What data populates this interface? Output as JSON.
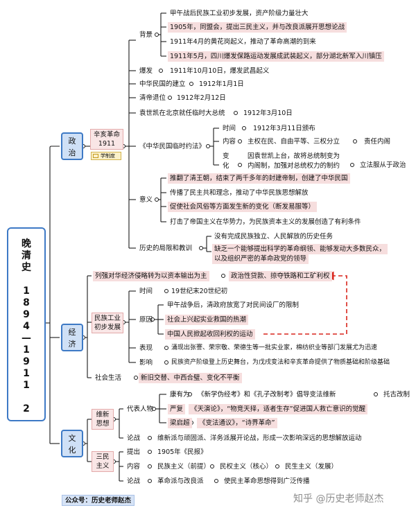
{
  "root": {
    "title_chars": [
      "晚",
      "清",
      "史",
      "",
      "1",
      "8",
      "9",
      "4",
      "—",
      "1",
      "9",
      "1",
      "1",
      "",
      "2"
    ]
  },
  "politics": {
    "label_top": "政",
    "label_bottom": "治",
    "xinhai": {
      "title": "辛亥革命",
      "year": "1911",
      "badge": "学制度",
      "background": {
        "label": "背景",
        "items": [
          "甲午战后民族工业初步发展，资产阶级力量壮大",
          "1905年，同盟会，提出三民主义，并与改良派展开思想论战",
          "1911年4月的黄花岗起义，推动了革命高潮的到来",
          "1911年5月，四川爆发保路运动发展成武装起义，部分湖北新军入川镇压"
        ]
      },
      "outbreak": {
        "label": "爆发",
        "text": "1911年10月10日，爆发武昌起义"
      },
      "founding": {
        "label": "中华民国的建立",
        "text": "1912年1月1日"
      },
      "abdication": {
        "label": "清帝退位",
        "text": "1912年2月12日"
      },
      "yuan": {
        "label": "袁世凯在北京就任临时大总统",
        "text": "1912年3月10日"
      },
      "constitution": {
        "label": "《中华民国临时约法》",
        "time_label": "时间",
        "time_text": "1912年3月11日颁布",
        "content_label": "内容",
        "content_items": [
          "主权在民、自由平等、三权分立",
          "责任内阁"
        ],
        "change_label_1": "变",
        "change_label_2": "化",
        "change_text_1": "因袁世凯上台，故将总统制变为",
        "change_text_2": "内阁制，加强对总统权力的制约",
        "change_result": "立法服从于政治"
      },
      "significance": {
        "label": "意义",
        "items": [
          "推翻了清王朝，结束了两千多年的封建帝制，创建了中华民国",
          "传播了民主共和理念，推动了中华民族思想解放",
          "促使社会风俗等方面发生新的变化（断发易服等）",
          "打击了帝国主义在华势力，为民族资本主义的发展创造了有利条件"
        ]
      },
      "limits": {
        "label": "历史的局限和教训",
        "items": [
          "没有完成民族独立、人民解放的历史任务",
          "缺乏一个能够提出科学的革命纲领、能够发动大多数民众，",
          "以及组织严密的革命政党的领导"
        ]
      }
    }
  },
  "economy": {
    "label_top": "经",
    "label_bottom": "济",
    "shift": {
      "label": "列强对华经济侵略转为以资本输出为主",
      "text": "政治性贷款、掠夺铁路和工矿利权"
    },
    "industry": {
      "title_1": "民族工业",
      "title_2": "初步发展",
      "time_label": "时间",
      "time_text": "19世纪末20世纪初",
      "reason_label": "原因",
      "reasons": [
        "甲午战争后，清政府放宽了对民间设厂的限制",
        "社会上兴起实业救国的热潮",
        "中国人民掀起收回利权的运动"
      ],
      "manifest_label": "表现",
      "manifest_text": "涌现出张謇、荣宗敬、荣德生等一批实业家，棉纺织业等部门发展尤为迅速",
      "impact_label": "影响",
      "impact_text": "民族资产阶级登上历史舞台，为戊戌变法和辛亥革命提供了物质基础和阶级基础"
    },
    "social": {
      "label": "社会生活",
      "text": "新旧交替、中西合璧、变化不平衡"
    }
  },
  "culture": {
    "label_top": "文",
    "label_bottom": "化",
    "reform": {
      "title_1": "维新",
      "title_2": "思想",
      "reps_label": "代表人物",
      "kang": {
        "name": "康有为",
        "work": "《新学伪经考》和《孔子改制考》倡导变法维新",
        "note": "托古改制"
      },
      "yan": {
        "name": "严复",
        "work": "《天演论》，“物竞天择，适者生存”促进国人救亡意识的觉醒"
      },
      "liang": {
        "name": "梁启超",
        "work": "《变法通议》，“诗界革命”"
      },
      "debate_label": "论战",
      "debate_text": "维新派与顽固派、洋务派展开论战，形成一次影响深远的思想解放运动"
    },
    "three": {
      "title_1": "三民",
      "title_2": "主义",
      "proposed_label": "提出",
      "proposed_text": "1905年《民报》",
      "content_label": "内容",
      "content_items": [
        "民族主义（前提）",
        "民权主义（核心）",
        "民生主义（发展）"
      ],
      "debate_label": "论战",
      "debate_text": "革命派与改良派",
      "debate_result": "使民主革命思想得到广泛传播"
    }
  },
  "footer": "公众号：历史老师赵杰",
  "watermark": "知乎 @历史老师赵杰",
  "colors": {
    "frame": "#3d79c5",
    "line": "#1a1a1a",
    "highlight": "#f6dede",
    "arrow": "#d9241b"
  }
}
